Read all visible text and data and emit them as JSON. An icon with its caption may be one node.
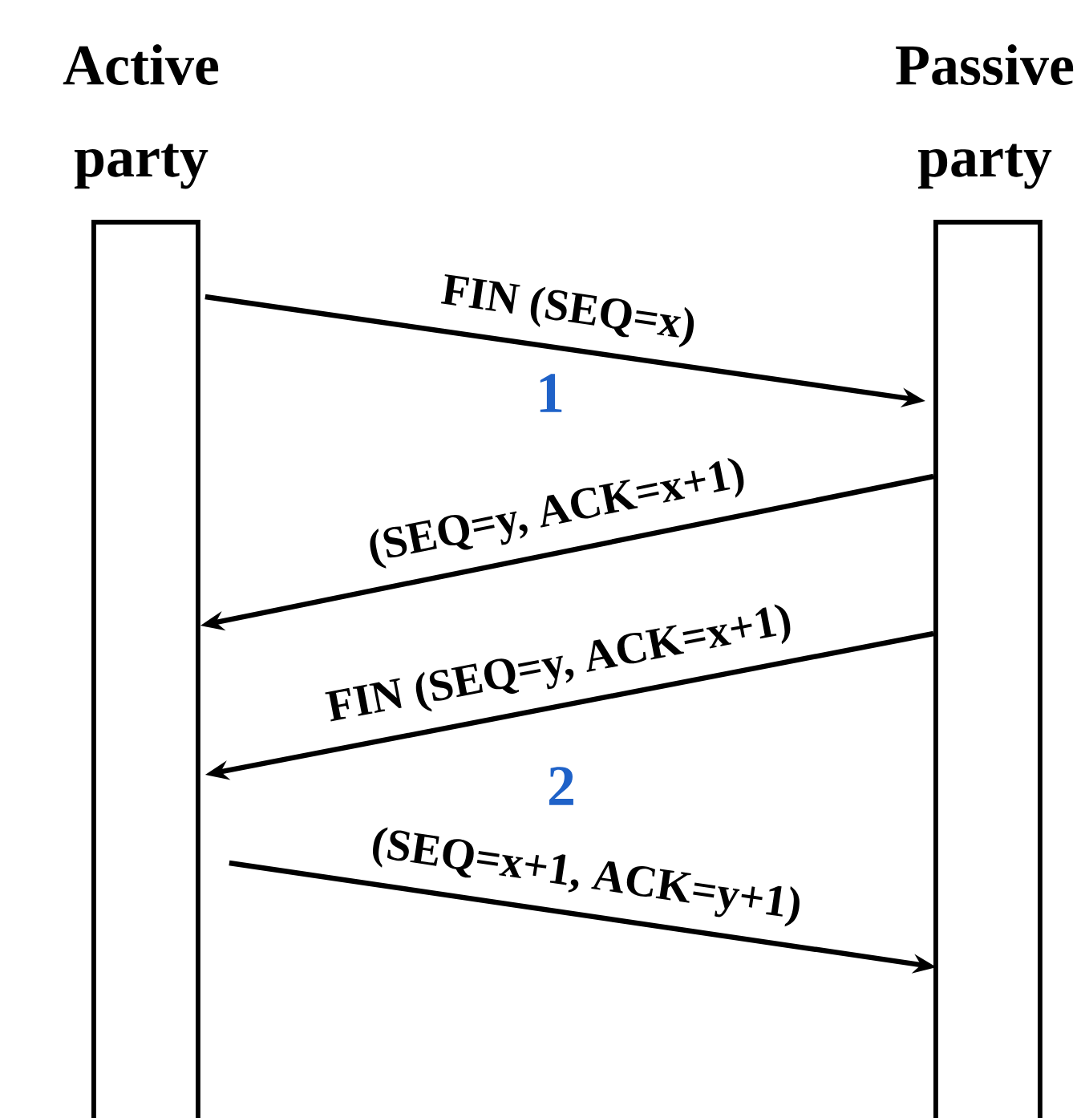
{
  "diagram": {
    "nodes": [
      {
        "text": [
          "Active party"
        ]
      },
      {
        "text": [
          "Passive party"
        ]
      }
    ],
    "edges": [
      {
        "from": 0,
        "to": 1,
        "arrow": "to",
        "label": "FIN (SEQ=x)"
      },
      {
        "from": 1,
        "to": 0,
        "arrow": "to",
        "label": "(SEQ=y, ACK=x+1)"
      },
      {
        "from": 1,
        "to": 0,
        "arrow": "to",
        "label": "FIN (SEQ=y, ACK=x+1)"
      },
      {
        "from": 0,
        "to": 1,
        "arrow": "to",
        "label": "(SEQ=x+1, ACK=y+1)"
      }
    ],
    "labels": [
      "1",
      "2"
    ]
  }
}
